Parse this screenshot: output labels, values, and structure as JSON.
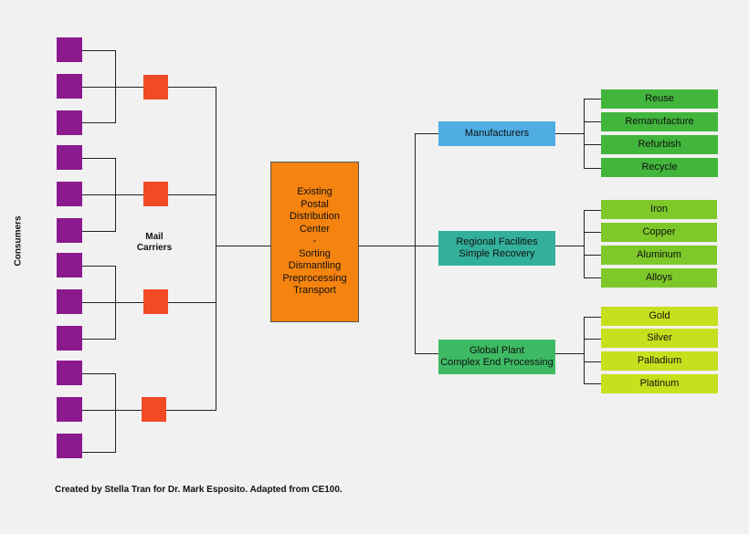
{
  "consumers_label": "Consumers",
  "carriers_label": "Mail\nCarriers",
  "center_text": "Existing\nPostal\nDistribution\nCenter\n-\nSorting\nDismantling\nPreprocessing\nTransport",
  "destinations": [
    {
      "label": "Manufacturers",
      "items": [
        "Reuse",
        "Remanufacture",
        "Refurbish",
        "Recycle"
      ]
    },
    {
      "label": "Regional Facilities\nSimple Recovery",
      "items": [
        "Iron",
        "Copper",
        "Aluminum",
        "Alloys"
      ]
    },
    {
      "label": "Global Plant\nComplex End Processing",
      "items": [
        "Gold",
        "Silver",
        "Palladium",
        "Platinum"
      ]
    }
  ],
  "colors": {
    "consumer": "#8b1a8e",
    "carrier": "#f24a26",
    "center": "#f5830f",
    "manufacturers": "#4eaee4",
    "regional": "#33b09b",
    "global": "#3dba63",
    "manufacturers_items": "#42b63c",
    "regional_items": "#7ec82a",
    "global_items": "#c7e01e"
  },
  "credit": "Created by Stella Tran for Dr. Mark Esposito. Adapted from CE100."
}
